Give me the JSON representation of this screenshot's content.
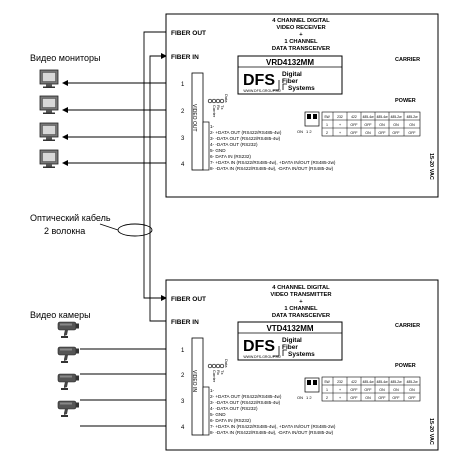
{
  "left_labels": {
    "monitors": "Видео мониторы",
    "cable_line1": "Оптический кабель",
    "cable_line2": "2 волокна",
    "cameras": "Видео камеры"
  },
  "receiver": {
    "fiber_out": "FIBER OUT",
    "fiber_in": "FIBER IN",
    "title1": "4 CHANNEL DIGITAL",
    "title2": "VIDEO RECEIVER",
    "plus": "+",
    "title3": "1 CHANNEL",
    "title4": "DATA TRANSCEIVER",
    "model": "VRD4132MM",
    "logo_big": "DFS",
    "logo_line1": "Digital",
    "logo_line2": "Fiber",
    "logo_line3": "Systems",
    "website": "WWW.DFS-GROUP.RU",
    "carrier": "CARRIER",
    "power": "POWER",
    "video_out": "VIDEO OUT",
    "voltage": "15-20 VAC",
    "led_labels": [
      "Data",
      "Tx",
      "Rx",
      "Carrier"
    ],
    "channels": [
      "1",
      "2",
      "3",
      "4"
    ],
    "terminal_lines": [
      "1-",
      "2- +DATA OUT (RS422/RS485-4w)",
      "3- -DATA OUT (RS422/RS485-4w)",
      "4- -DATA OUT (RS232)",
      "5- GND",
      "6- DATA IN (RS232)",
      "7- +DATA IN (RS422/RS485-4w), +DATA IN/OUT (RS485-2w)",
      "8- -DATA IN (RS422/RS485-4w), -DATA IN/OUT (RS485-2w)"
    ],
    "switch_on": "ON",
    "switch_nums": "1  2",
    "table_header": [
      "SW",
      "232",
      "422",
      "485-4w",
      "485-4w",
      "485-2w",
      "485-2w"
    ],
    "table_row1": [
      "1",
      "+",
      "OFF",
      "OFF",
      "ON",
      "ON",
      "ON"
    ],
    "table_row2": [
      "2",
      "+",
      "OFF",
      "ON",
      "OFF",
      "OFF",
      "OFF"
    ]
  },
  "transmitter": {
    "fiber_out": "FIBER OUT",
    "fiber_in": "FIBER IN",
    "title1": "4 CHANNEL DIGITAL",
    "title2": "VIDEO TRANSMITTER",
    "plus": "+",
    "title3": "1 CHANNEL",
    "title4": "DATA TRANSCEIVER",
    "model": "VTD4132MM",
    "logo_big": "DFS",
    "logo_line1": "Digital",
    "logo_line2": "Fiber",
    "logo_line3": "Systems",
    "website": "WWW.DFS-GROUP.RU",
    "carrier": "CARRIER",
    "power": "POWER",
    "video_in": "VIDEO IN",
    "voltage": "15-20 VAC",
    "led_labels": [
      "Data",
      "Tx",
      "Rx",
      "Carrier"
    ],
    "channels": [
      "1",
      "2",
      "3",
      "4"
    ],
    "terminal_lines": [
      "1-",
      "2- +DATA OUT (RS422/RS485-4w)",
      "3- -DATA OUT (RS422/RS485-4w)",
      "4- -DATA OUT (RS232)",
      "5- GND",
      "6- DATA IN (RS232)",
      "7- +DATA IN (RS422/RS485-4w), +DATA IN/OUT (RS485-2w)",
      "8- -DATA IN (RS422/RS485-4w), -DATA IN/OUT (RS485-2w)"
    ],
    "switch_on": "ON",
    "switch_nums": "1  2",
    "table_header": [
      "SW",
      "232",
      "422",
      "485-4w",
      "485-4w",
      "485-2w",
      "485-2w"
    ],
    "table_row1": [
      "1",
      "+",
      "OFF",
      "OFF",
      "ON",
      "ON",
      "ON"
    ],
    "table_row2": [
      "2",
      "+",
      "OFF",
      "ON",
      "OFF",
      "OFF",
      "OFF"
    ]
  }
}
